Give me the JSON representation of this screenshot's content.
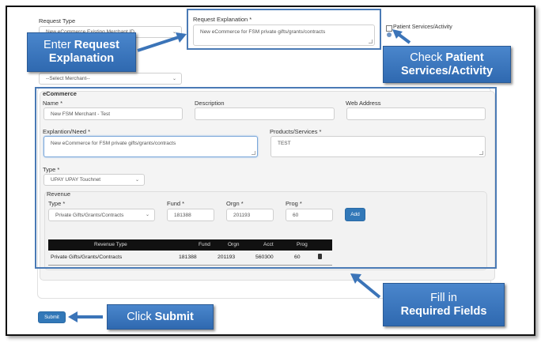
{
  "form": {
    "request_type": {
      "label": "Request Type",
      "value": "New eCommerce Existing Merchant ID"
    },
    "request_explanation": {
      "label": "Request Explanation *",
      "value": "New eCommerce for FSM private gifts/grants/contracts"
    },
    "patient_services": {
      "label": "Patient Services/Activity",
      "checked": false
    },
    "merchant_select": {
      "value": "--Select Merchant--"
    },
    "ecommerce": {
      "legend": "eCommerce",
      "name": {
        "label": "Name *",
        "value": "New FSM Merchant - Test"
      },
      "description": {
        "label": "Description",
        "value": ""
      },
      "web_address": {
        "label": "Web Address",
        "value": ""
      },
      "explanation_need": {
        "label": "Explantion/Need *",
        "value": "New eCommerce for FSM private gifts/grants/contracts"
      },
      "products_services": {
        "label": "Products/Services *",
        "value": "TEST"
      },
      "type": {
        "label": "Type *",
        "value": "UPAY UPAY Touchnet"
      },
      "revenue": {
        "legend": "Revenue",
        "type": {
          "label": "Type *",
          "value": "Private Gifts/Grants/Contracts"
        },
        "fund": {
          "label": "Fund *",
          "value": "181388"
        },
        "orgn": {
          "label": "Orgn *",
          "value": "201193"
        },
        "prog": {
          "label": "Prog *",
          "value": "60"
        },
        "add_label": "Add",
        "table": {
          "headers": [
            "Revenue Type",
            "Fund",
            "Orgn",
            "Acct",
            "Prog"
          ],
          "rows": [
            {
              "revenue_type": "Private Gifts/Grants/Contracts",
              "fund": "181388",
              "orgn": "201193",
              "acct": "560300",
              "prog": "60"
            }
          ]
        }
      }
    },
    "submit_label": "Submit"
  },
  "callouts": {
    "request_explanation": {
      "line1_plain": "Enter ",
      "line1_bold": "Request",
      "line2_bold": "Explanation"
    },
    "patient_services": {
      "line1_plain": "Check ",
      "line1_bold": "Patient",
      "line2_bold": "Services/Activity"
    },
    "required_fields": {
      "line1_plain": "Fill in",
      "line2_bold": "Required Fields"
    },
    "submit": {
      "line1_plain": "Click ",
      "line1_bold": "Submit"
    }
  },
  "colors": {
    "callout_blue": "#3a76bf",
    "highlight_border": "#4a7ab5",
    "button_blue": "#3278b8",
    "table_header": "#111111"
  }
}
